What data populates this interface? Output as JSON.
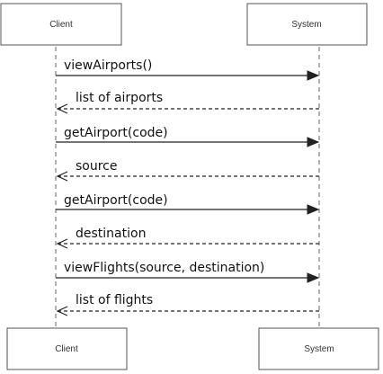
{
  "participants": {
    "left": {
      "label": "Client"
    },
    "right": {
      "label": "System"
    }
  },
  "messages": [
    {
      "label": "viewAirports()",
      "direction": "right",
      "style": "solid"
    },
    {
      "label": "list of airports",
      "direction": "left",
      "style": "dashed"
    },
    {
      "label": "getAirport(code)",
      "direction": "right",
      "style": "solid"
    },
    {
      "label": "source",
      "direction": "left",
      "style": "dashed"
    },
    {
      "label": "getAirport(code)",
      "direction": "right",
      "style": "solid"
    },
    {
      "label": "destination",
      "direction": "left",
      "style": "dashed"
    },
    {
      "label": "viewFlights(source, destination)",
      "direction": "right",
      "style": "solid"
    },
    {
      "label": "list of flights",
      "direction": "left",
      "style": "dashed"
    }
  ]
}
